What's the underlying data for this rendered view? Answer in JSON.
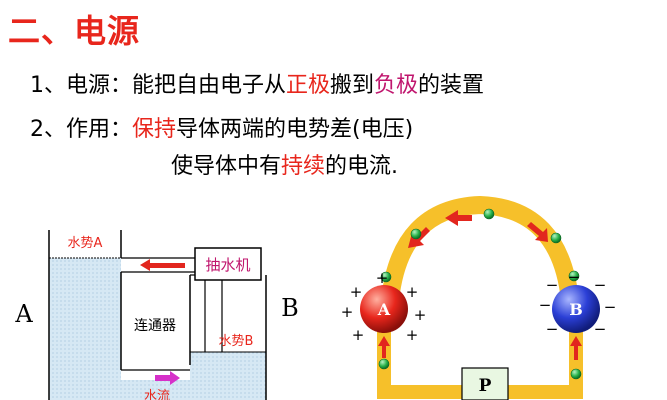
{
  "title": "二、电源",
  "line1": {
    "prefix": "1、电源：能把自由电子从",
    "hl1": "正极",
    "mid": "搬到",
    "hl2": "负极",
    "suffix": "的装置"
  },
  "line2": {
    "prefix": "2、作用：",
    "hl": "保持",
    "suffix": "导体两端的电势差(电压)"
  },
  "line3": {
    "prefix": "使导体中有",
    "hl": "持续",
    "suffix": "的电流."
  },
  "water_diagram": {
    "label_a": "A",
    "label_b": "B",
    "level_a": "水势A",
    "level_b": "水势B",
    "pump": "抽水机",
    "connector": "连通器",
    "flow": "水流"
  },
  "circuit_diagram": {
    "sphere_a": "A",
    "sphere_b": "B",
    "box": "P",
    "plus_sign": "+",
    "minus_sign": "−"
  },
  "colors": {
    "title_red": "#e8261c",
    "highlight_pink": "#c0166e",
    "conductor_yellow": "#f6c02a",
    "arrow_red": "#e2261e",
    "electron_green": "#27b24a",
    "sphere_red": "#e8261c",
    "sphere_blue": "#2b3fd6",
    "water_blue": "#cfe3f1"
  }
}
